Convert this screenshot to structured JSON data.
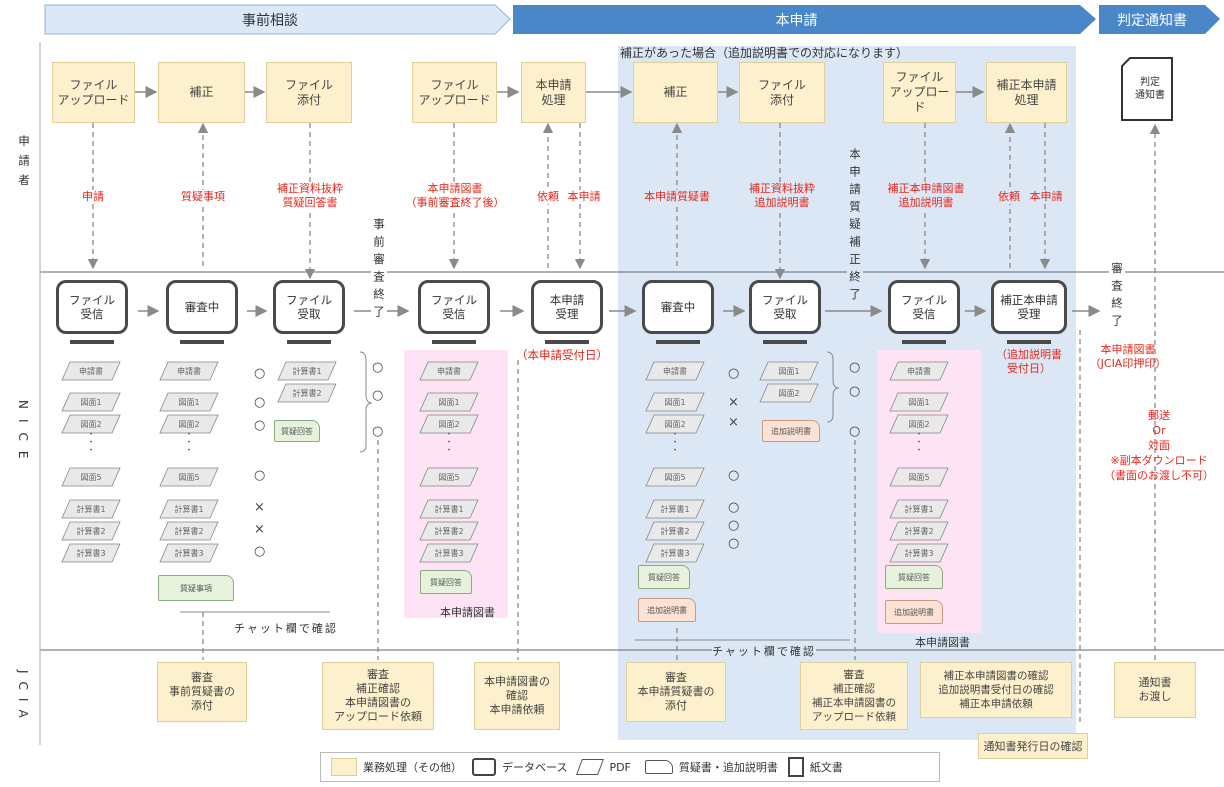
{
  "phases": {
    "pre": "事前相談",
    "main": "本申請",
    "notice": "判定通知書"
  },
  "lanes": {
    "applicant": "申請者",
    "nice": "NICE",
    "jcia": "JCIA"
  },
  "correction_note": "補正があった場合（追加説明書での対応になります）",
  "applicant_boxes": [
    "ファイル\nアップロード",
    "補正",
    "ファイル\n添付",
    "ファイル\nアップロード",
    "本申請\n処理",
    "補正",
    "ファイル\n添付",
    "ファイル\nアップロード",
    "補正本申請\n処理"
  ],
  "notice_doc": "判定\n通知書",
  "red_labels": [
    "申請",
    "質疑事項",
    "補正資料抜粋\n質疑回答書",
    "本申請図書\n（事前審査終了後）",
    "依頼",
    "本申請",
    "本申請質疑書",
    "補正資料抜粋\n追加説明書",
    "補正本申請図書\n追加説明書",
    "依頼",
    "本申請"
  ],
  "vertical_labels": [
    "事前審査終了",
    "本申請質疑補正終了",
    "審査終了"
  ],
  "monitors": [
    "ファイル\n受信",
    "審査中",
    "ファイル\n受取",
    "ファイル\n受信",
    "本申請\n受理",
    "審査中",
    "ファイル\n受取",
    "ファイル\n受信",
    "補正本申請\n受理"
  ],
  "receipt_labels": [
    "（本申請受付日）",
    "（追加説明書\n受付日）",
    "本申請図書\n（JCIA印押印）"
  ],
  "mail_note": "郵送\nOr\n対面\n※副本ダウンロード\n（書面のお渡し不可）",
  "docs": {
    "app": "申請書",
    "d1": "図面1",
    "d2": "図面2",
    "d5": "図面5",
    "c1": "計算書1",
    "c2": "計算書2",
    "c3": "計算書3",
    "dot": "・\n・\n・"
  },
  "marks": {
    "ok": "○",
    "ng": "×"
  },
  "notes": {
    "qa_items": "質疑事項",
    "qa_answer": "質疑回答",
    "add_explain": "追加説明書",
    "main_docs": "本申請図書",
    "chat": "チャット欄で確認"
  },
  "jcia_boxes": [
    "審査\n事前質疑書の\n添付",
    "審査\n補正確認\n本申請図書の\nアップロード依頼",
    "本申請図書の\n確認\n本申請依頼",
    "審査\n本申請質疑書の\n添付",
    "審査\n補正確認\n補正本申請図書の\nアップロード依頼",
    "補正本申請図書の確認\n追加説明書受付日の確認\n補正本申請依頼",
    "通知書\nお渡し"
  ],
  "notice_date_box": "通知書発行日の確認",
  "legend": {
    "business": "業務処理（その他）",
    "database": "データベース",
    "pdf": "PDF",
    "qa_doc": "質疑書・追加説明書",
    "paper": "紙文書"
  },
  "colors": {
    "arrow_light": "#dbe9f7",
    "arrow_dark": "#4a87c9",
    "shade": "#dbe7f4",
    "pink": "#fde3f3",
    "yellow": "#fdf1cd",
    "red": "#e8261c"
  }
}
